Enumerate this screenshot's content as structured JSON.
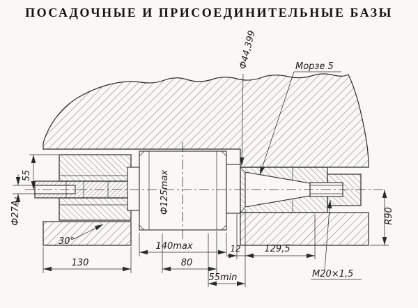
{
  "title": "ПОСАДОЧНЫЕ И ПРИСОЕДИНИТЕЛЬНЫЕ БАЗЫ",
  "drawing": {
    "labels": {
      "dia_44": "Ф44,399",
      "morse": "Морзе 5",
      "dia_27": "Ф27А₁",
      "len_55": "55",
      "angle_30": "30°",
      "len_130": "130",
      "dia_125": "Ф125max",
      "len_140": "140max",
      "len_80": "80",
      "len_55min": "55min",
      "len_12": "12",
      "len_129_5": "129,5",
      "thread_m20": "M20×1,5",
      "radius_90": "R90"
    },
    "colors": {
      "ink": "#2b2b2b",
      "paper": "#f9f8f4"
    }
  }
}
